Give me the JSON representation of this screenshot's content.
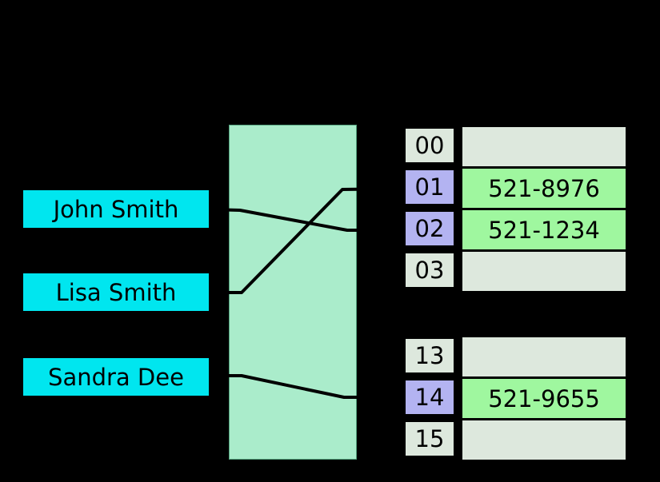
{
  "background": "#000000",
  "colors": {
    "key_fill": "#00e6ef",
    "hash_box_fill": "#aaeccb",
    "hash_box_border": "#54a37e",
    "empty_cell_fill": "#dde8dd",
    "index_highlight_fill": "#b3b3f1",
    "value_fill": "#9ff79f",
    "line": "#000000",
    "text": "#000000"
  },
  "keys": [
    {
      "label": "John Smith"
    },
    {
      "label": "Lisa Smith"
    },
    {
      "label": "Sandra Dee"
    }
  ],
  "buckets": {
    "upper": [
      {
        "index": "00",
        "value": "",
        "highlighted": false
      },
      {
        "index": "01",
        "value": "521-8976",
        "highlighted": true
      },
      {
        "index": "02",
        "value": "521-1234",
        "highlighted": true
      },
      {
        "index": "03",
        "value": "",
        "highlighted": false
      }
    ],
    "lower": [
      {
        "index": "13",
        "value": "",
        "highlighted": false
      },
      {
        "index": "14",
        "value": "521-9655",
        "highlighted": true
      },
      {
        "index": "15",
        "value": "",
        "highlighted": false
      }
    ]
  },
  "connections": [
    {
      "from": "John Smith",
      "to": "02"
    },
    {
      "from": "Lisa Smith",
      "to": "01"
    },
    {
      "from": "Sandra Dee",
      "to": "14"
    }
  ]
}
